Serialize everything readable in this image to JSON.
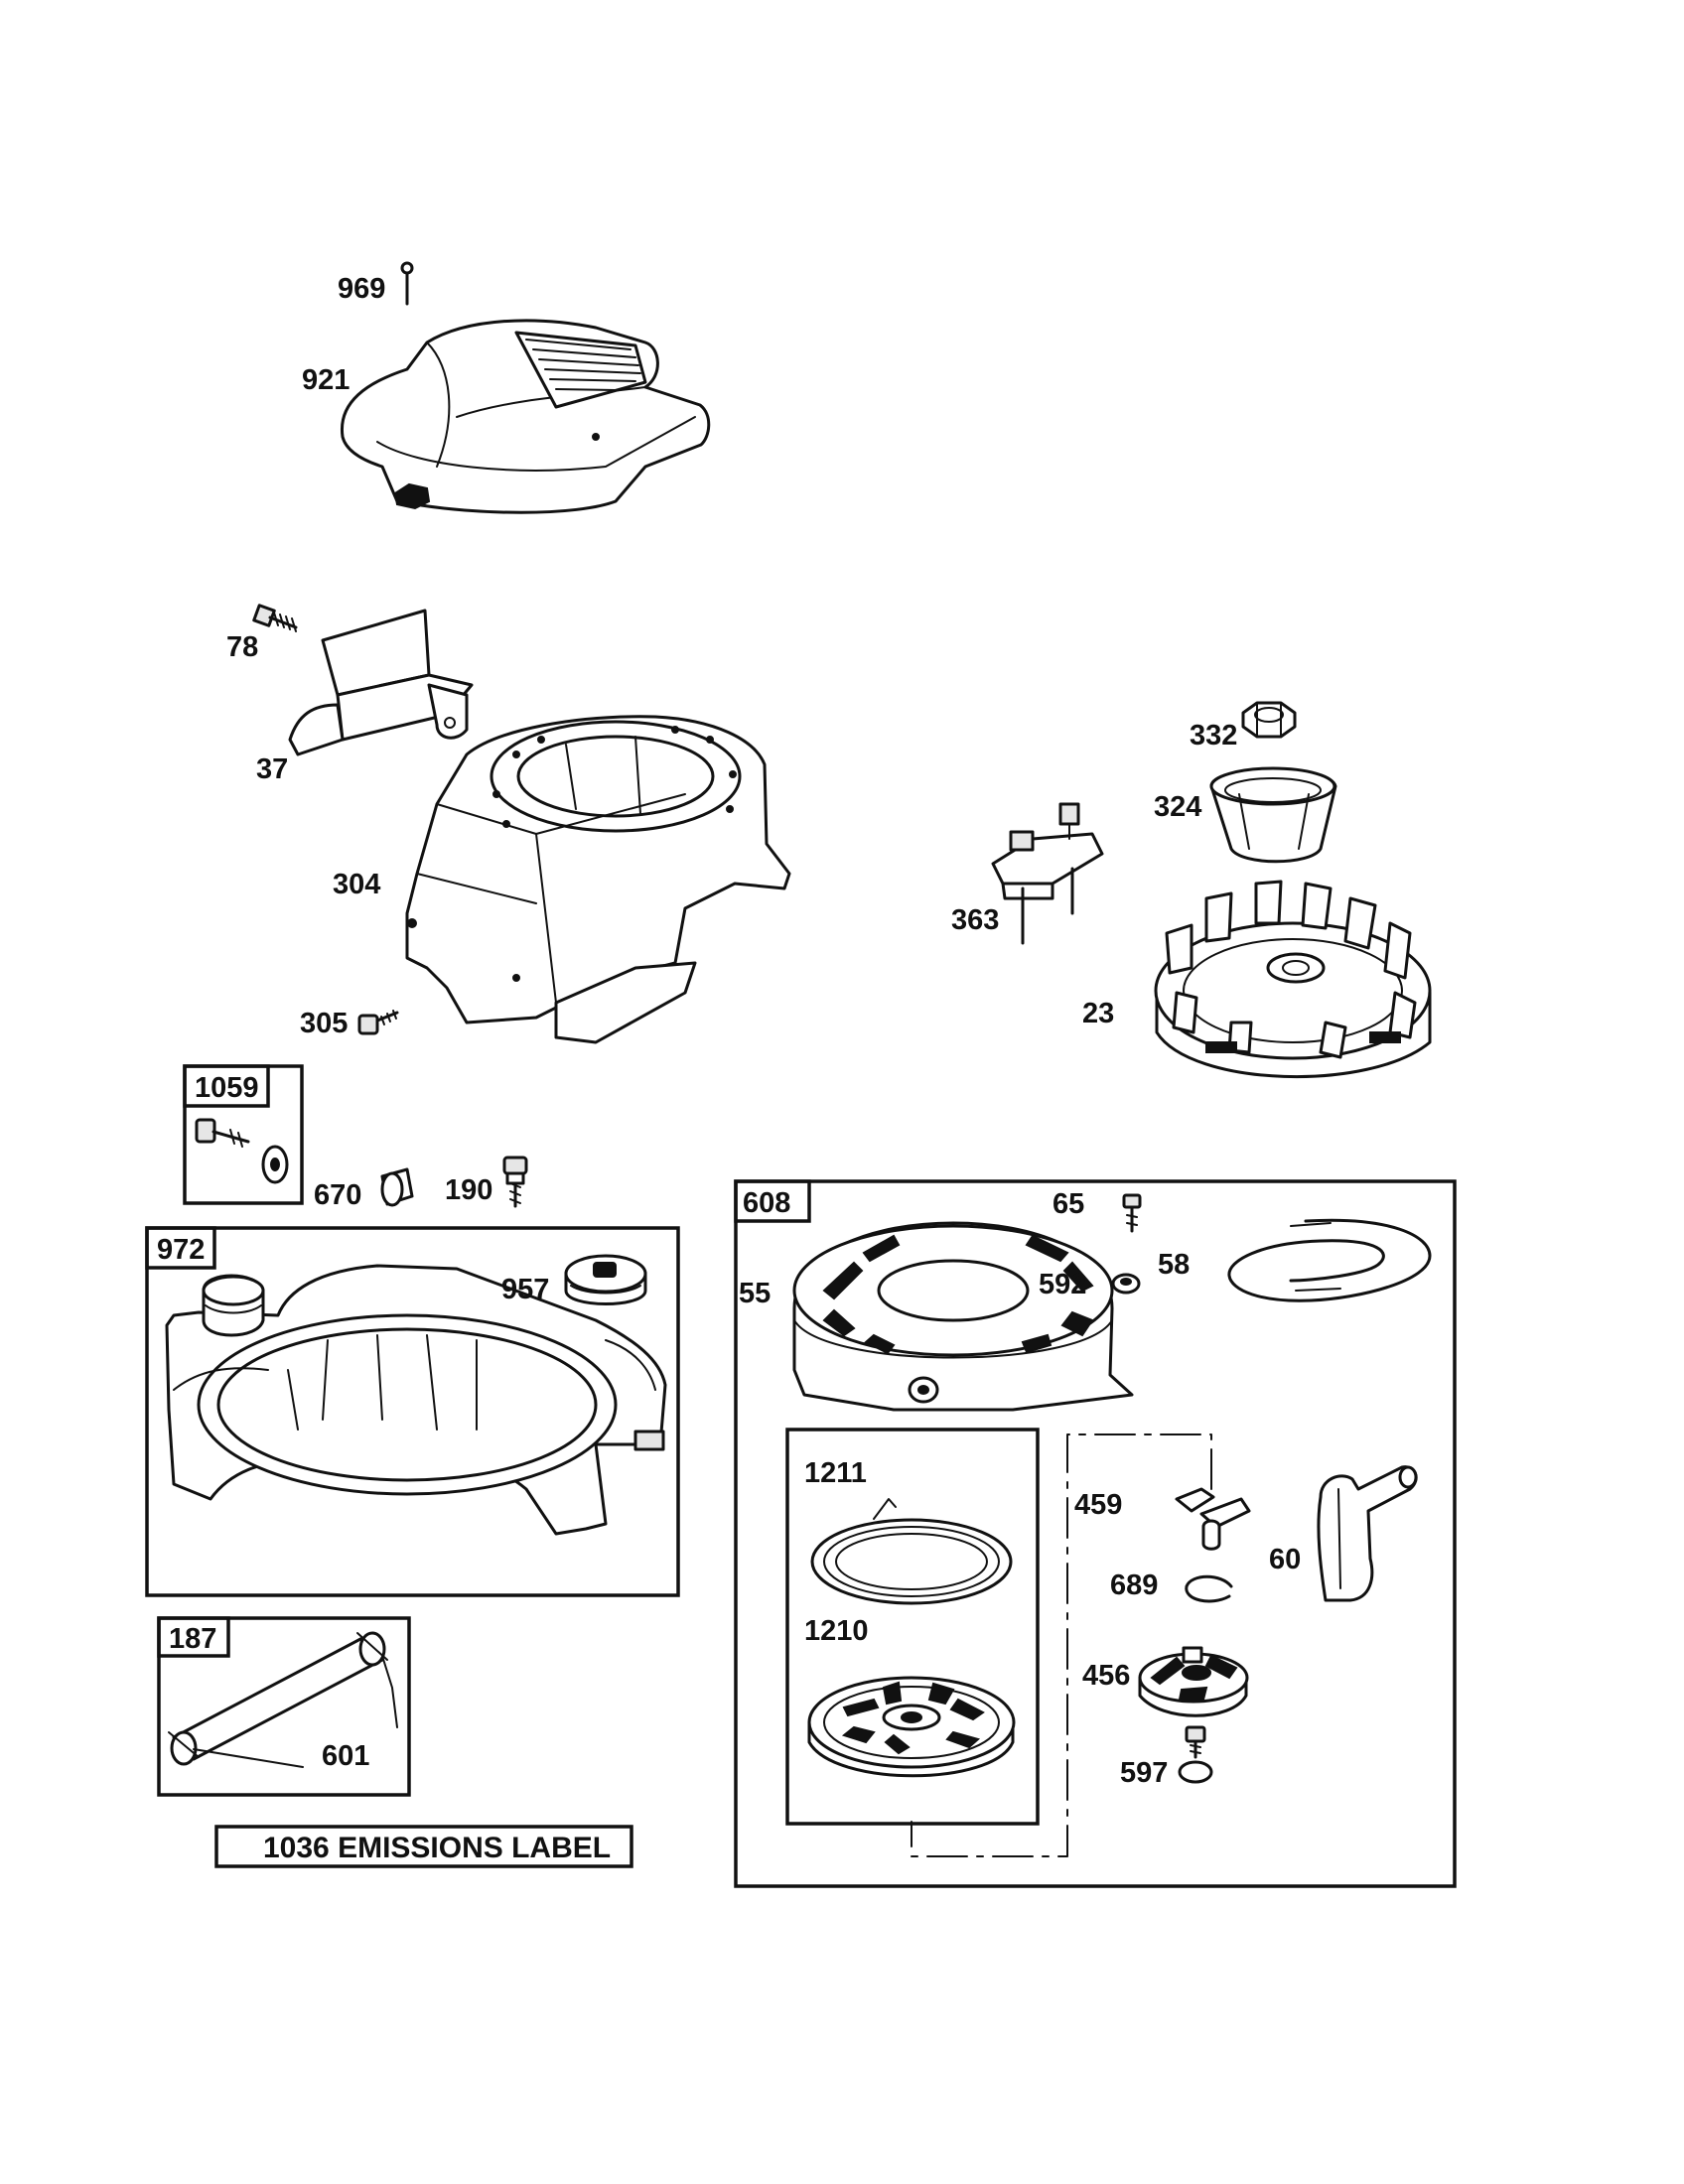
{
  "colors": {
    "ink": "#111111",
    "paper": "#ffffff"
  },
  "callouts": {
    "p969": "969",
    "p921": "921",
    "p78": "78",
    "p37": "37",
    "p304": "304",
    "p305": "305",
    "p332": "332",
    "p324": "324",
    "p363": "363",
    "p23": "23",
    "p670": "670",
    "p190": "190",
    "p957": "957",
    "p65": "65",
    "p592": "592",
    "p58": "58",
    "p55": "55",
    "p1211": "1211",
    "p1210": "1210",
    "p459": "459",
    "p689": "689",
    "p60": "60",
    "p456": "456",
    "p597": "597",
    "p601": "601"
  },
  "boxes": {
    "b1059": "1059",
    "b972": "972",
    "b187": "187",
    "b608": "608"
  },
  "emissions_label": "1036 EMISSIONS LABEL"
}
